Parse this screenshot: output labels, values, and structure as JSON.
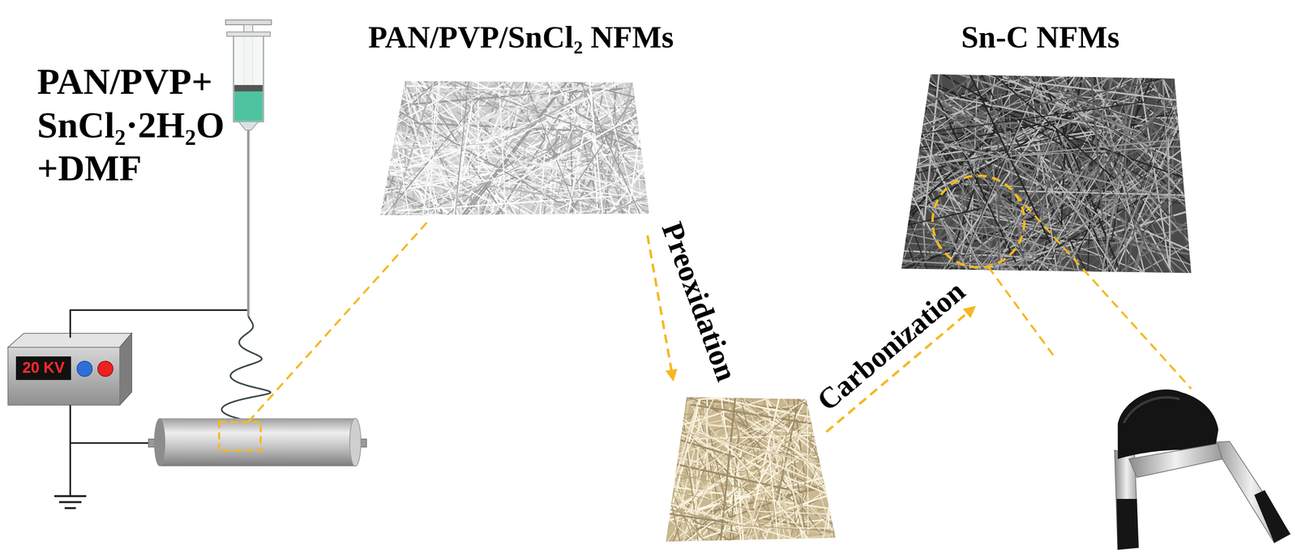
{
  "diagram": {
    "nodes": [
      {
        "text": [
          "PAN/PVP/SnCl₂ NFMs"
        ]
      },
      {
        "text": [
          "Sn-C NFMs"
        ]
      }
    ],
    "labels": [
      "PAN/PVP+ SnCl₂·2H₂O +DMF",
      "20 KV",
      "Preoxidation",
      "Carbonization"
    ]
  }
}
